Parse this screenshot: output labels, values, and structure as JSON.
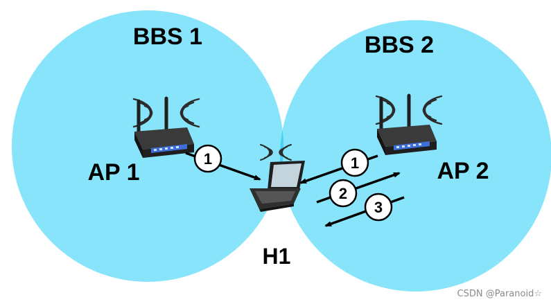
{
  "colors": {
    "bss_fill": "#87E4FA",
    "overlap_fill": "#46D2F5",
    "arrow": "#000000",
    "device_body": "#2b2b2b",
    "device_accent": "#3d6fd8",
    "screen": "#d7e3ea"
  },
  "labels": {
    "bbs1": "BBS 1",
    "bbs2": "BBS 2",
    "ap1": "AP 1",
    "ap2": "AP 2",
    "h1": "H1"
  },
  "steps": {
    "ap1_to_h1": "1",
    "ap2_to_h1": "1",
    "h1_to_ap2": "2",
    "ap2_reply": "3"
  },
  "icons": {
    "ap1": "wireless-router-icon",
    "ap2": "wireless-router-icon",
    "h1": "laptop-icon"
  },
  "watermark": "CSDN @Paranoid☆"
}
